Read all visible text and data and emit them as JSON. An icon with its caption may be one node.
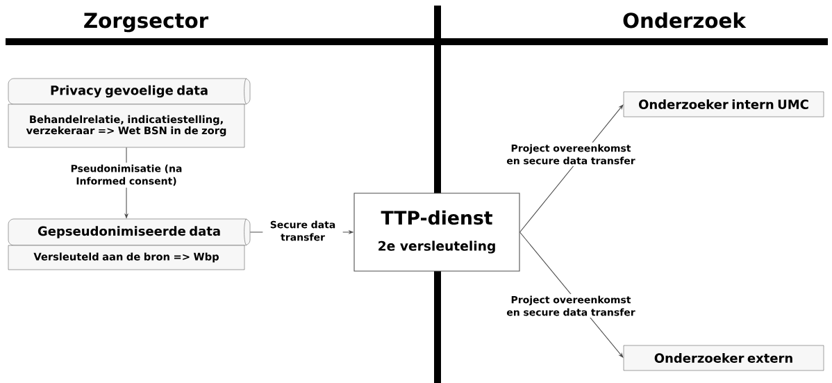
{
  "diagram": {
    "nodes": [
      {
        "text": [
          "Privacy gevoelige data"
        ]
      },
      {
        "text": [
          "Behandelrelatie, indicatiestelling, verzekeraar => Wet BSN in de zorg"
        ]
      },
      {
        "text": [
          "Gepseudonimiseerde data"
        ]
      },
      {
        "text": [
          "Versleuteld aan de bron => Wbp"
        ]
      },
      {
        "text": [
          "TTP-dienst",
          "2e versleuteling"
        ]
      },
      {
        "text": [
          "Onderzoeker intern UMC"
        ]
      },
      {
        "text": [
          "Onderzoeker extern"
        ]
      }
    ],
    "edges": [
      {
        "from": 1,
        "to": 2,
        "arrow": "to",
        "label": "Pseudonimisatie (na Informed consent)"
      },
      {
        "from": 2,
        "to": 4,
        "arrow": "to",
        "label": "Secure data transfer"
      },
      {
        "from": 4,
        "to": 5,
        "arrow": "to",
        "label": "Project overeenkomst en secure data transfer"
      },
      {
        "from": 4,
        "to": 6,
        "arrow": "to",
        "label": "Project overeenkomst en secure data transfer"
      }
    ],
    "labels": [
      "Zorgsector",
      "Onderzoek"
    ]
  }
}
